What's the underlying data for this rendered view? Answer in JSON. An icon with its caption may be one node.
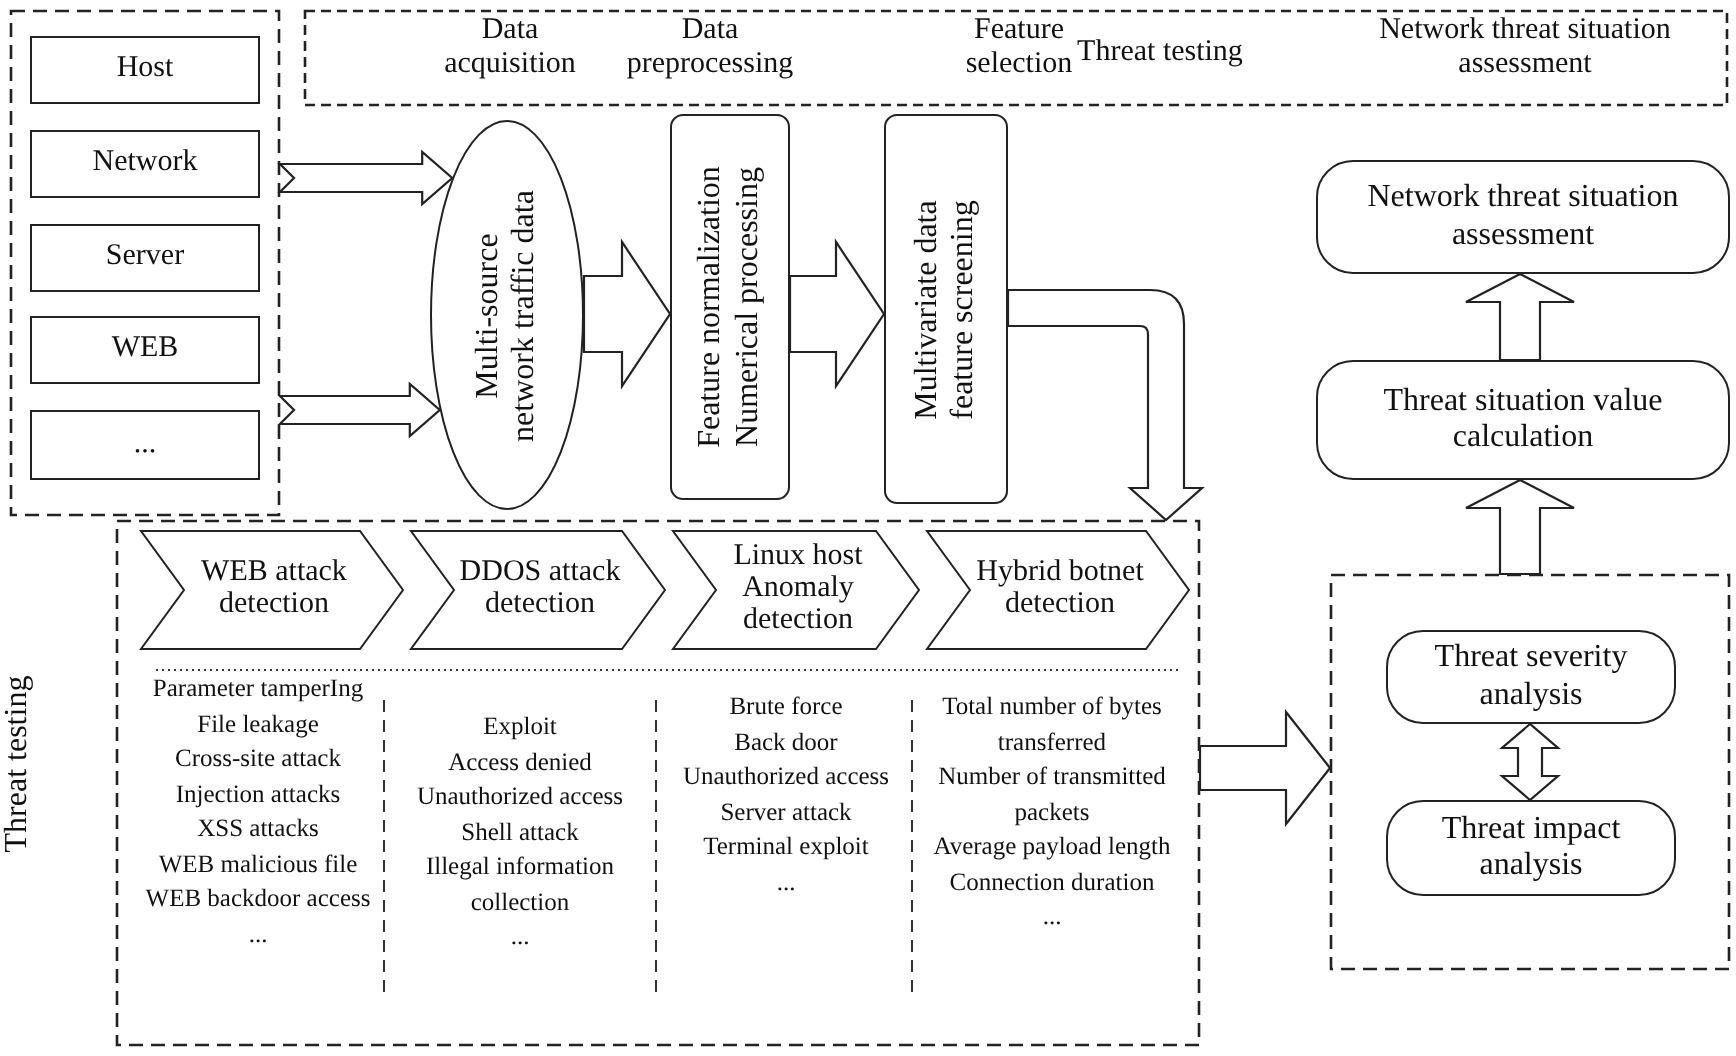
{
  "diagram": {
    "nodes": [
      {
        "text": [],
        "shape": "box"
      },
      {
        "text": [
          "Host"
        ],
        "in": 0
      },
      {
        "text": [
          "Network"
        ],
        "in": 0
      },
      {
        "text": [
          "Server"
        ],
        "in": 0
      },
      {
        "text": [
          "WEB"
        ],
        "in": 0
      },
      {
        "text": [
          "..."
        ],
        "in": 0
      },
      {
        "text": [
          "Data acquisition",
          "Data preprocessing",
          "Feature selection",
          "Threat testing",
          "Network threat situation assessment"
        ]
      },
      {
        "text": [
          "Multi-source network traffic data"
        ]
      },
      {
        "text": [
          "Feature normalization",
          "Numerical processing"
        ]
      },
      {
        "text": [
          "Multivariate data feature screening"
        ]
      },
      {
        "text": [
          "Threat testing"
        ]
      },
      {
        "text": [
          "WEB attack detection"
        ],
        "in": 10,
        "beside": [
          "Parameter tamperIng",
          "File leakage",
          "Cross-site attack",
          "Injection attacks",
          "XSS attacks",
          "WEB malicious file",
          "WEB backdoor access",
          "..."
        ]
      },
      {
        "text": [
          "DDOS attack detection"
        ],
        "in": 10,
        "beside": [
          "Exploit",
          "Access denied",
          "Unauthorized access",
          "Shell attack",
          "Illegal information collection",
          "..."
        ]
      },
      {
        "text": [
          "Linux host Anomaly detection"
        ],
        "in": 10,
        "beside": [
          "Brute force",
          "Back door",
          "Unauthorized access",
          "Server attack",
          "Terminal exploit",
          "..."
        ]
      },
      {
        "text": [
          "Hybrid botnet detection"
        ],
        "in": 10,
        "beside": [
          "Total number of bytes transferred",
          "Number of transmitted packets",
          "Average payload length",
          "Connection duration",
          "..."
        ]
      },
      {
        "text": [],
        "shape": "box"
      },
      {
        "text": [
          "Threat severity analysis"
        ],
        "in": 15
      },
      {
        "text": [
          "Threat impact analysis"
        ],
        "in": 15
      },
      {
        "text": [
          "Threat situation value calculation"
        ]
      },
      {
        "text": [
          "Network threat situation assessment"
        ]
      }
    ],
    "edges": [
      {
        "from": 0,
        "to": 7,
        "arrow": "to"
      },
      {
        "from": 0,
        "to": 7,
        "arrow": "to"
      },
      {
        "from": 7,
        "to": 8,
        "arrow": "to"
      },
      {
        "from": 8,
        "to": 9,
        "arrow": "to"
      },
      {
        "from": 9,
        "to": 10,
        "arrow": "to"
      },
      {
        "from": 10,
        "to": 15,
        "arrow": "to"
      },
      {
        "from": 15,
        "to": 18,
        "arrow": "to"
      },
      {
        "from": 18,
        "to": 19,
        "arrow": "to"
      },
      {
        "from": 16,
        "to": 17,
        "arrow": "both"
      }
    ]
  }
}
